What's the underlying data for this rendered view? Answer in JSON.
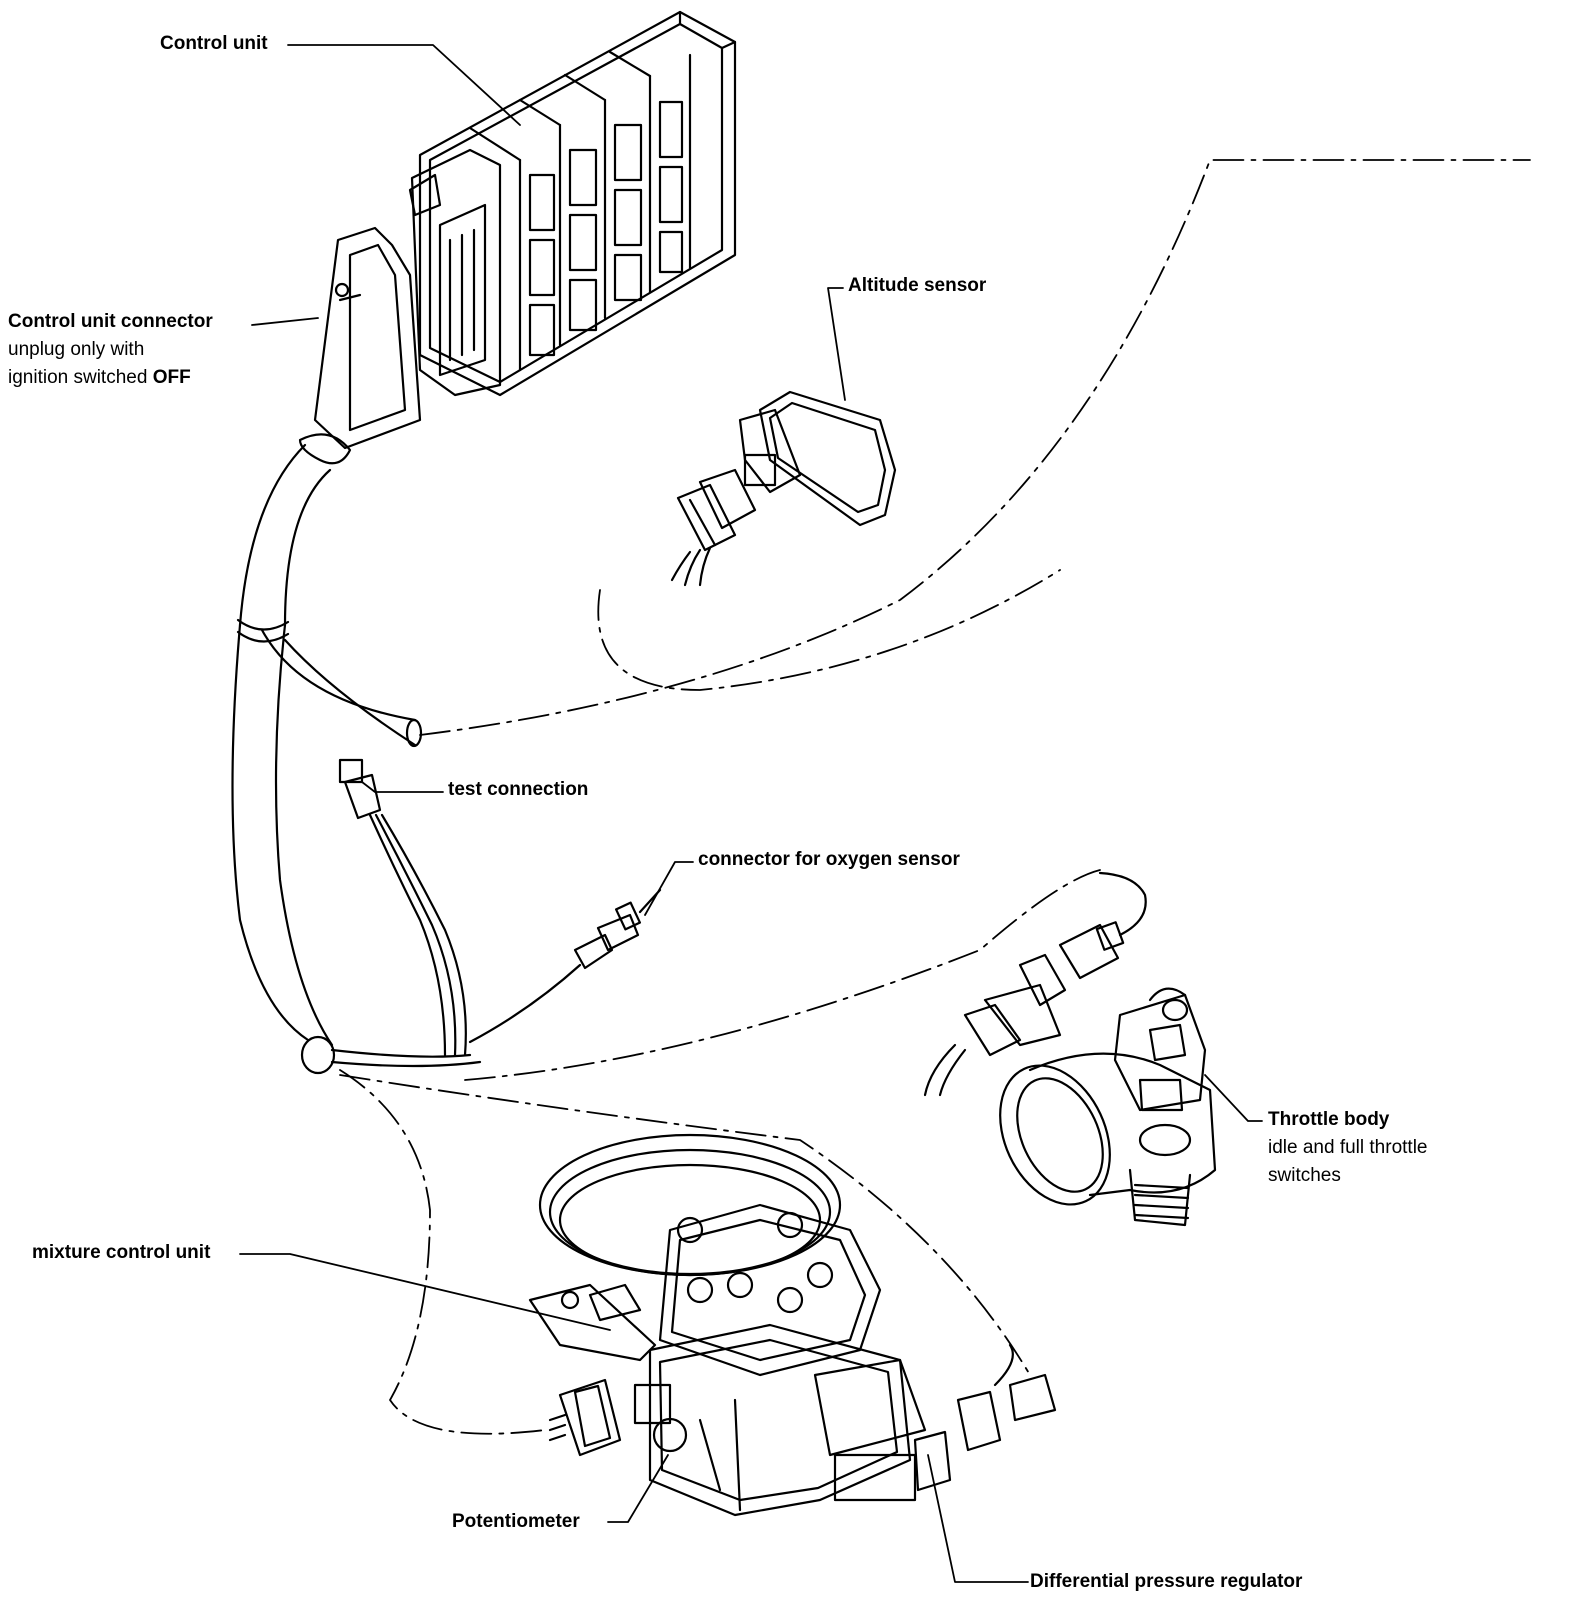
{
  "labels": {
    "control_unit": "Control unit",
    "control_unit_connector": {
      "title": "Control unit connector",
      "line1": "unplug only with",
      "line2_prefix": "ignition switched ",
      "line2_bold": "OFF"
    },
    "altitude_sensor": "Altitude sensor",
    "test_connection": "test connection",
    "oxygen_connector": "connector for oxygen sensor",
    "throttle_body": {
      "title": "Throttle body",
      "line1": "idle and full throttle",
      "line2": "switches"
    },
    "mixture_control_unit": "mixture control unit",
    "potentiometer": "Potentiometer",
    "differential_pressure_regulator": "Differential pressure regulator"
  }
}
